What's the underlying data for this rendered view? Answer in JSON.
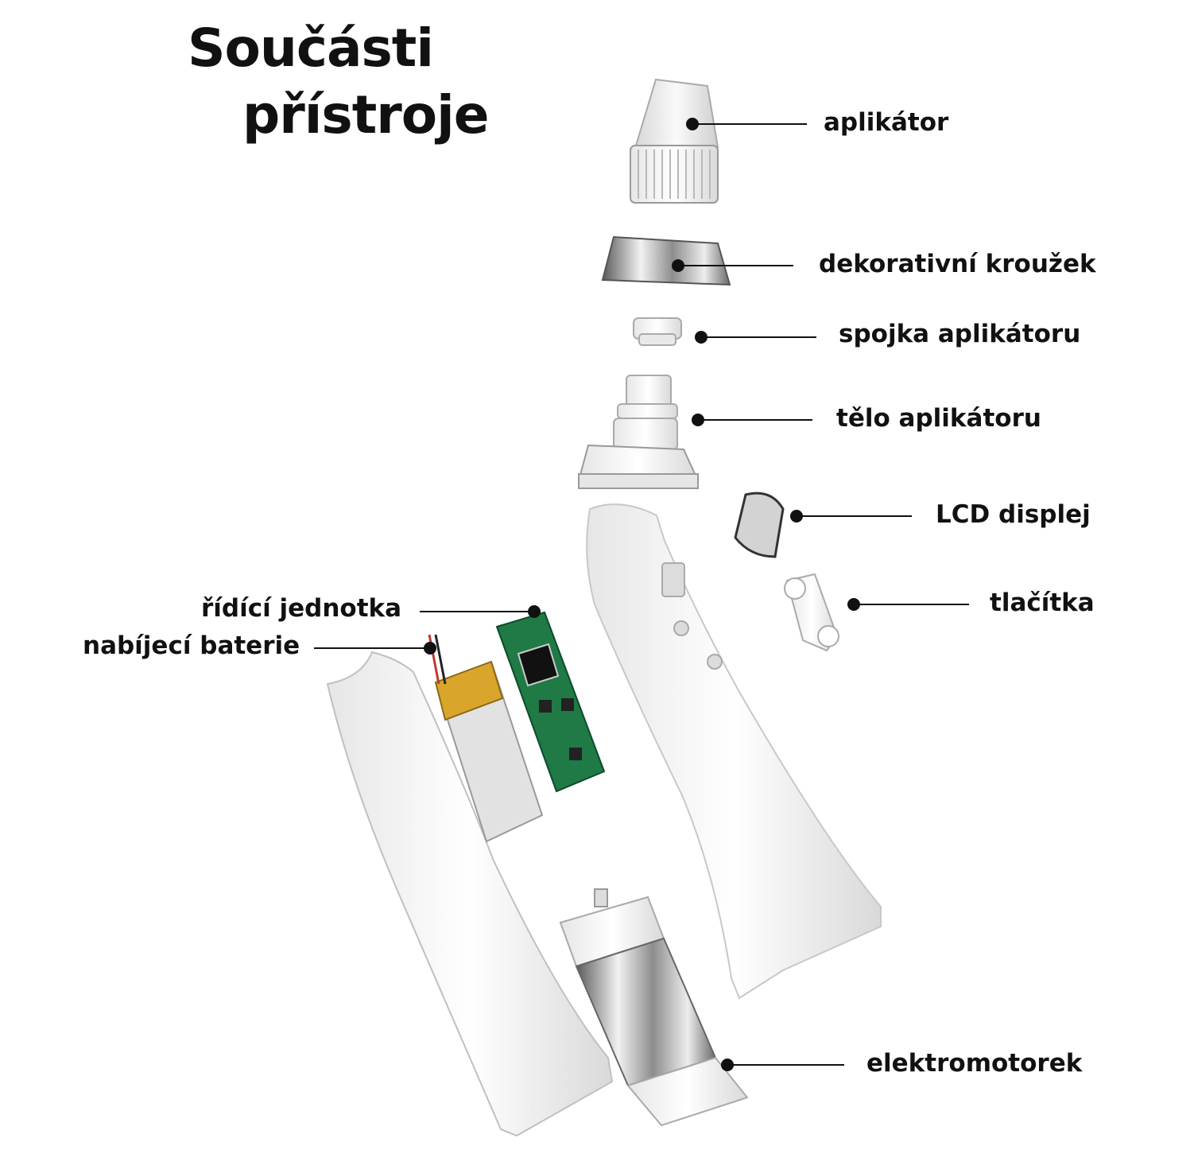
{
  "title": {
    "line1": "Součásti",
    "line2": "přístroje"
  },
  "labels": {
    "applicator": "aplikátor",
    "decor_ring": "dekorativní kroužek",
    "connector": "spojka aplikátoru",
    "applicator_body": "tělo aplikátoru",
    "lcd": "LCD displej",
    "buttons": "tlačítka",
    "control_unit": "řídící jednotka",
    "battery": "nabíjecí baterie",
    "motor": "elektromotorek"
  },
  "colors": {
    "text": "#111111",
    "pcb": "#1f7a45",
    "battery_wrap": "#d9a62b",
    "chrome": "#9a9a9a"
  }
}
